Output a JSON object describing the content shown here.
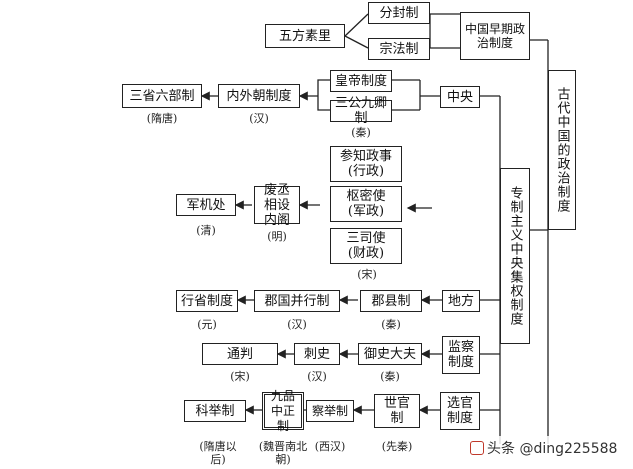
{
  "title_vertical": "古代中国的政治制度",
  "early": {
    "title": "中国早期政治制度",
    "enfeoffment": "分封制",
    "patriarchal": "宗法制",
    "kings": "五方素里"
  },
  "centralism": {
    "title": "专制主义中央集权制度",
    "center": "中央",
    "local": "地方",
    "supervision": "监察制度",
    "selection": "选官制度"
  },
  "central_branch": {
    "emperor": "皇帝制度",
    "three_nine": "三公九卿制",
    "three_nine_dyn": "(秦)",
    "inner_outer": "内外朝制度",
    "inner_outer_dyn": "(汉)",
    "three_six": "三省六部制",
    "three_six_dyn": "(隋唐)",
    "canzhi": "参知政事",
    "canzhi_sub": "(行政)",
    "shumi": "枢密使",
    "shumi_sub": "(军政)",
    "sansi": "三司使",
    "sansi_sub": "(财政)",
    "song_dyn": "(宋)",
    "cabinet": "废丞相设内阁",
    "cabinet_dyn": "(明)",
    "junji": "军机处",
    "junji_dyn": "(清)"
  },
  "local_branch": {
    "junxian": "郡县制",
    "junxian_dyn": "(秦)",
    "jungou": "郡国并行制",
    "jungou_dyn": "(汉)",
    "xingsheng": "行省制度",
    "xingsheng_dyn": "(元)"
  },
  "supervision_branch": {
    "yushi": "御史大夫",
    "yushi_dyn": "(秦)",
    "cishi": "刺史",
    "cishi_dyn": "(汉)",
    "tongpan": "通判",
    "tongpan_dyn": "(宋)"
  },
  "selection_branch": {
    "shiguan": "世官制",
    "shiguan_dyn": "(先秦)",
    "chaju": "察举制",
    "chaju_dyn": "(西汉)",
    "jiupin": "九品中正制",
    "jiupin_dyn": "(魏晋南北朝)",
    "keju": "科举制",
    "keju_dyn": "(隋唐以后)"
  },
  "watermark": "头条 @ding225588"
}
